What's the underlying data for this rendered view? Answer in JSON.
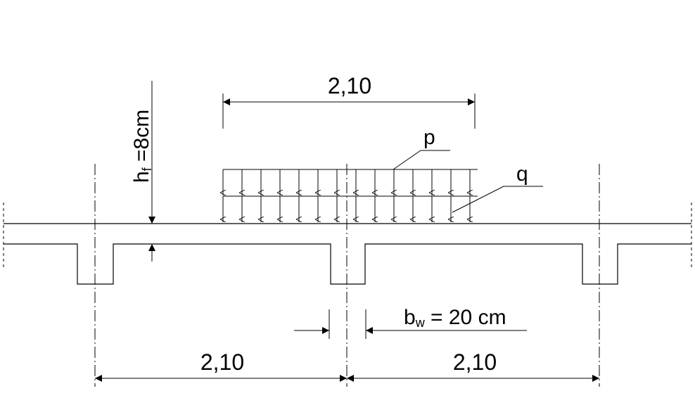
{
  "dimensions": {
    "top_load_width": "2,10",
    "span_left": "2,10",
    "span_right": "2,10"
  },
  "labels": {
    "live_load": "p",
    "dead_load": "q",
    "web_width_main": "b",
    "web_width_sub": "w",
    "web_width_value": " = 20 cm",
    "flange_thickness_main": "h",
    "flange_thickness_sub": "f",
    "flange_thickness_value": " =8cm"
  }
}
